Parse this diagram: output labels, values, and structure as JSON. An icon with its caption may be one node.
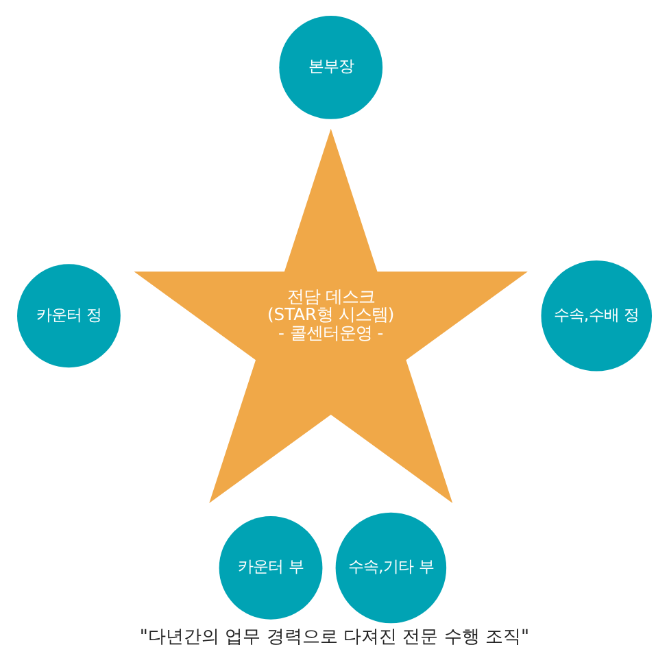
{
  "diagram": {
    "caption": "\"다년간의 업무 경력으로 다져진 전문 수행 조직\"",
    "nodes": [
      {
        "text": [
          "본부장"
        ]
      },
      {
        "text": [
          "카운터 정"
        ]
      },
      {
        "text": [
          "전담 데스크",
          "(STAR형 시스템)",
          "- 콜센터운영 -"
        ]
      },
      {
        "text": [
          "수속,수배 정"
        ]
      },
      {
        "text": [
          "카운터 부"
        ]
      },
      {
        "text": [
          "수속,기타 부"
        ]
      }
    ]
  }
}
